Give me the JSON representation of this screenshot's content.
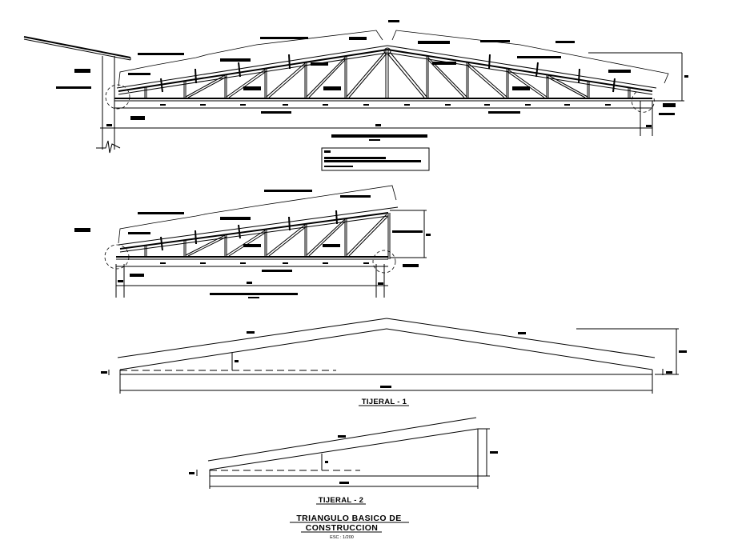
{
  "drawing": {
    "type": "structural CAD sheet - roof trusses",
    "background": "#ffffff",
    "line_color": "#000000"
  },
  "views": {
    "truss_full": {
      "label_illegible": true
    },
    "truss_half": {
      "label_illegible": true
    },
    "tijeral_1": {
      "title": "TIJERAL - 1"
    },
    "tijeral_2": {
      "title": "TIJERAL - 2"
    }
  },
  "notes_box": {
    "label_illegible": true
  },
  "sheet_title": {
    "line1": "TRIANGULO BASICO DE",
    "line2": "CONSTRUCCION",
    "scale": "ESC : 1/200"
  }
}
